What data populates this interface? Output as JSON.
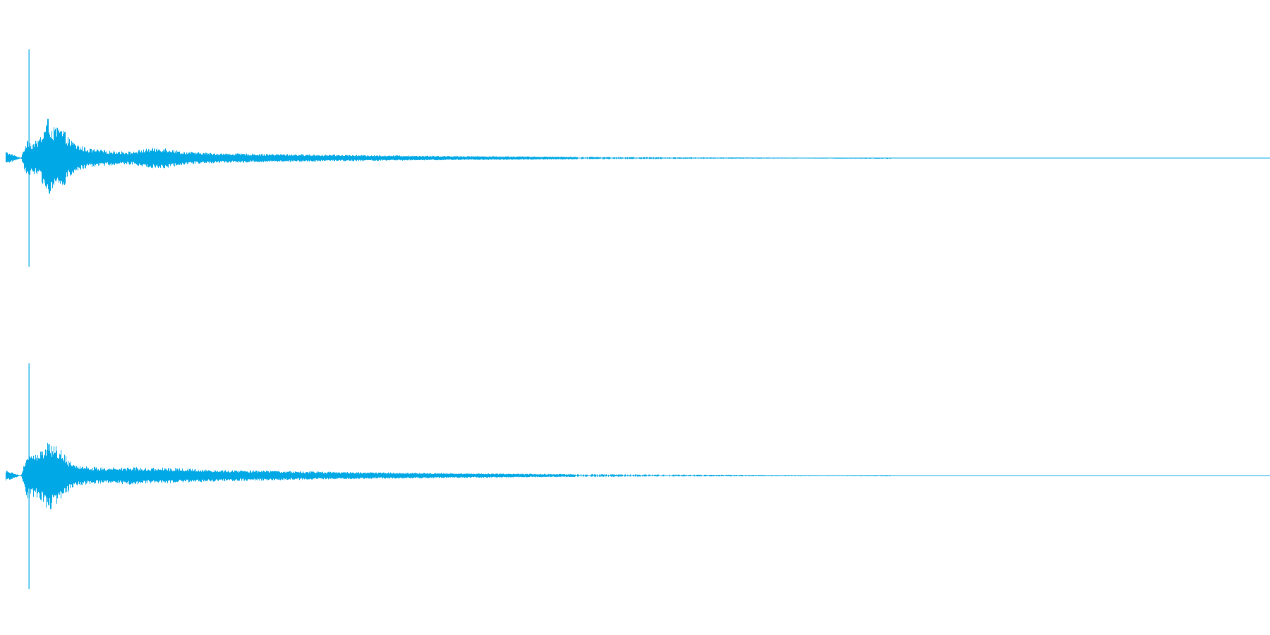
{
  "waveform_color": "#00a8e6",
  "background_color": "#ffffff",
  "chart_data": {
    "type": "area",
    "channels": [
      {
        "peak_amplitude": 0.38,
        "decay_tail_end": 0.65,
        "envelope": [
          [
            0.0,
            0.06
          ],
          [
            0.012,
            0.0
          ],
          [
            0.017,
            0.2
          ],
          [
            0.02,
            0.14
          ],
          [
            0.024,
            0.16
          ],
          [
            0.029,
            0.24
          ],
          [
            0.033,
            0.38
          ],
          [
            0.037,
            0.28
          ],
          [
            0.041,
            0.3
          ],
          [
            0.046,
            0.26
          ],
          [
            0.05,
            0.18
          ],
          [
            0.056,
            0.13
          ],
          [
            0.065,
            0.09
          ],
          [
            0.08,
            0.07
          ],
          [
            0.1,
            0.06
          ],
          [
            0.112,
            0.09
          ],
          [
            0.125,
            0.1
          ],
          [
            0.14,
            0.06
          ],
          [
            0.17,
            0.045
          ],
          [
            0.2,
            0.04
          ],
          [
            0.25,
            0.032
          ],
          [
            0.3,
            0.026
          ],
          [
            0.35,
            0.02
          ],
          [
            0.4,
            0.016
          ],
          [
            0.45,
            0.012
          ],
          [
            0.5,
            0.009
          ],
          [
            0.55,
            0.007
          ],
          [
            0.6,
            0.005
          ],
          [
            0.65,
            0.003
          ],
          [
            0.7,
            0.0
          ],
          [
            1.0,
            0.0
          ]
        ]
      },
      {
        "peak_amplitude": 0.35,
        "decay_tail_end": 0.66,
        "envelope": [
          [
            0.0,
            0.05
          ],
          [
            0.012,
            0.0
          ],
          [
            0.017,
            0.22
          ],
          [
            0.02,
            0.18
          ],
          [
            0.024,
            0.2
          ],
          [
            0.029,
            0.23
          ],
          [
            0.033,
            0.35
          ],
          [
            0.037,
            0.27
          ],
          [
            0.041,
            0.26
          ],
          [
            0.046,
            0.2
          ],
          [
            0.05,
            0.14
          ],
          [
            0.056,
            0.1
          ],
          [
            0.065,
            0.08
          ],
          [
            0.08,
            0.07
          ],
          [
            0.1,
            0.08
          ],
          [
            0.112,
            0.07
          ],
          [
            0.125,
            0.07
          ],
          [
            0.14,
            0.065
          ],
          [
            0.17,
            0.05
          ],
          [
            0.2,
            0.045
          ],
          [
            0.25,
            0.035
          ],
          [
            0.3,
            0.028
          ],
          [
            0.35,
            0.022
          ],
          [
            0.4,
            0.017
          ],
          [
            0.45,
            0.013
          ],
          [
            0.5,
            0.01
          ],
          [
            0.55,
            0.008
          ],
          [
            0.6,
            0.006
          ],
          [
            0.66,
            0.003
          ],
          [
            0.7,
            0.0
          ],
          [
            1.0,
            0.0
          ]
        ]
      }
    ],
    "playhead_position": 0.0185,
    "grid": false
  }
}
